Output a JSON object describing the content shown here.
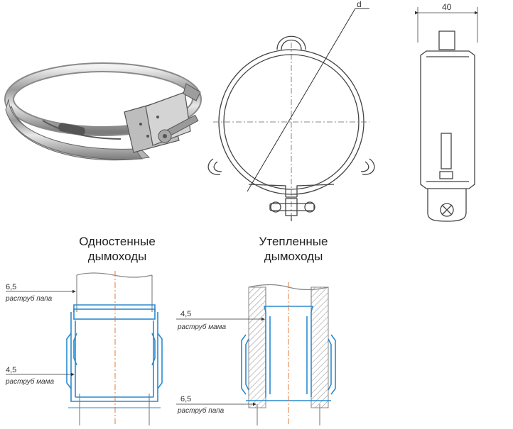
{
  "dimensions": {
    "diameter_label": "d",
    "width_label": "40"
  },
  "captions": {
    "single_wall": [
      "Одностенные",
      "дымоходы"
    ],
    "insulated": [
      "Утепленные",
      "дымоходы"
    ]
  },
  "annotations": {
    "left_top_value": "6,5",
    "left_top_text": "раструб папа",
    "left_bottom_value": "4,5",
    "left_bottom_text": "раструб мама",
    "right_top_value": "4,5",
    "right_top_text": "раструб мама",
    "right_bottom_value": "6,5",
    "right_bottom_text": "раструб папа"
  },
  "colors": {
    "line": "#444444",
    "blue": "#2a8ad0",
    "axis": "#e07b39",
    "metal_dark": "#6f6f6f",
    "metal_light": "#d9d9d9"
  }
}
